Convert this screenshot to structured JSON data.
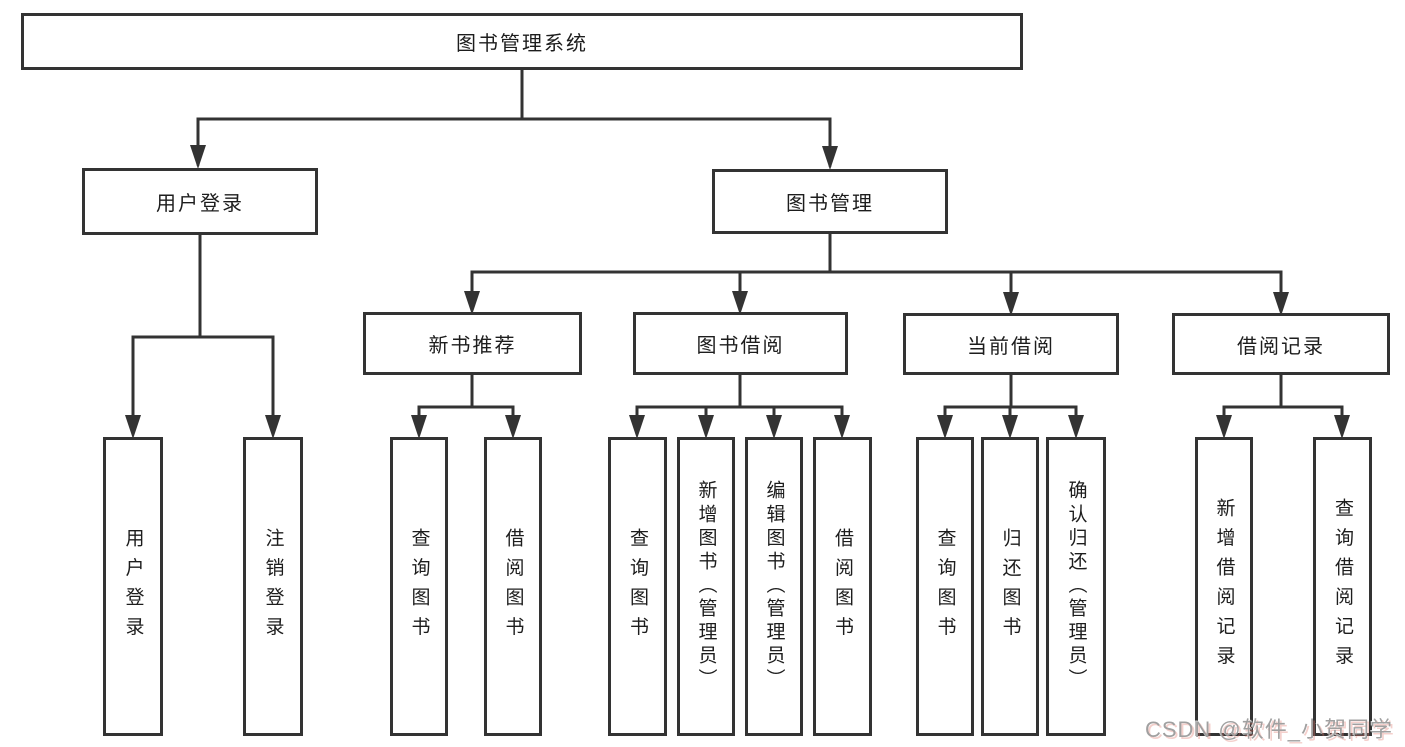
{
  "tree": {
    "root": {
      "label": "图书管理系统"
    },
    "branches": [
      {
        "label": "用户登录",
        "leaves": [
          {
            "label": "用户登录"
          },
          {
            "label": "注销登录"
          }
        ]
      },
      {
        "label": "图书管理",
        "groups": [
          {
            "label": "新书推荐",
            "leaves": [
              {
                "label": "查询图书"
              },
              {
                "label": "借阅图书"
              }
            ]
          },
          {
            "label": "图书借阅",
            "leaves": [
              {
                "label": "查询图书"
              },
              {
                "label": "新增图书（管理员）"
              },
              {
                "label": "编辑图书（管理员）"
              },
              {
                "label": "借阅图书"
              }
            ]
          },
          {
            "label": "当前借阅",
            "leaves": [
              {
                "label": "查询图书"
              },
              {
                "label": "归还图书"
              },
              {
                "label": "确认归还（管理员）"
              }
            ]
          },
          {
            "label": "借阅记录",
            "leaves": [
              {
                "label": "新增借阅记录"
              },
              {
                "label": "查询借阅记录"
              }
            ]
          }
        ]
      }
    ]
  },
  "watermark": {
    "text": "CSDN @软件_小贺同学"
  },
  "colors": {
    "line": "#333333",
    "text": "#1d1d1d",
    "watermark": "#a0a0a0",
    "background": "#ffffff"
  }
}
